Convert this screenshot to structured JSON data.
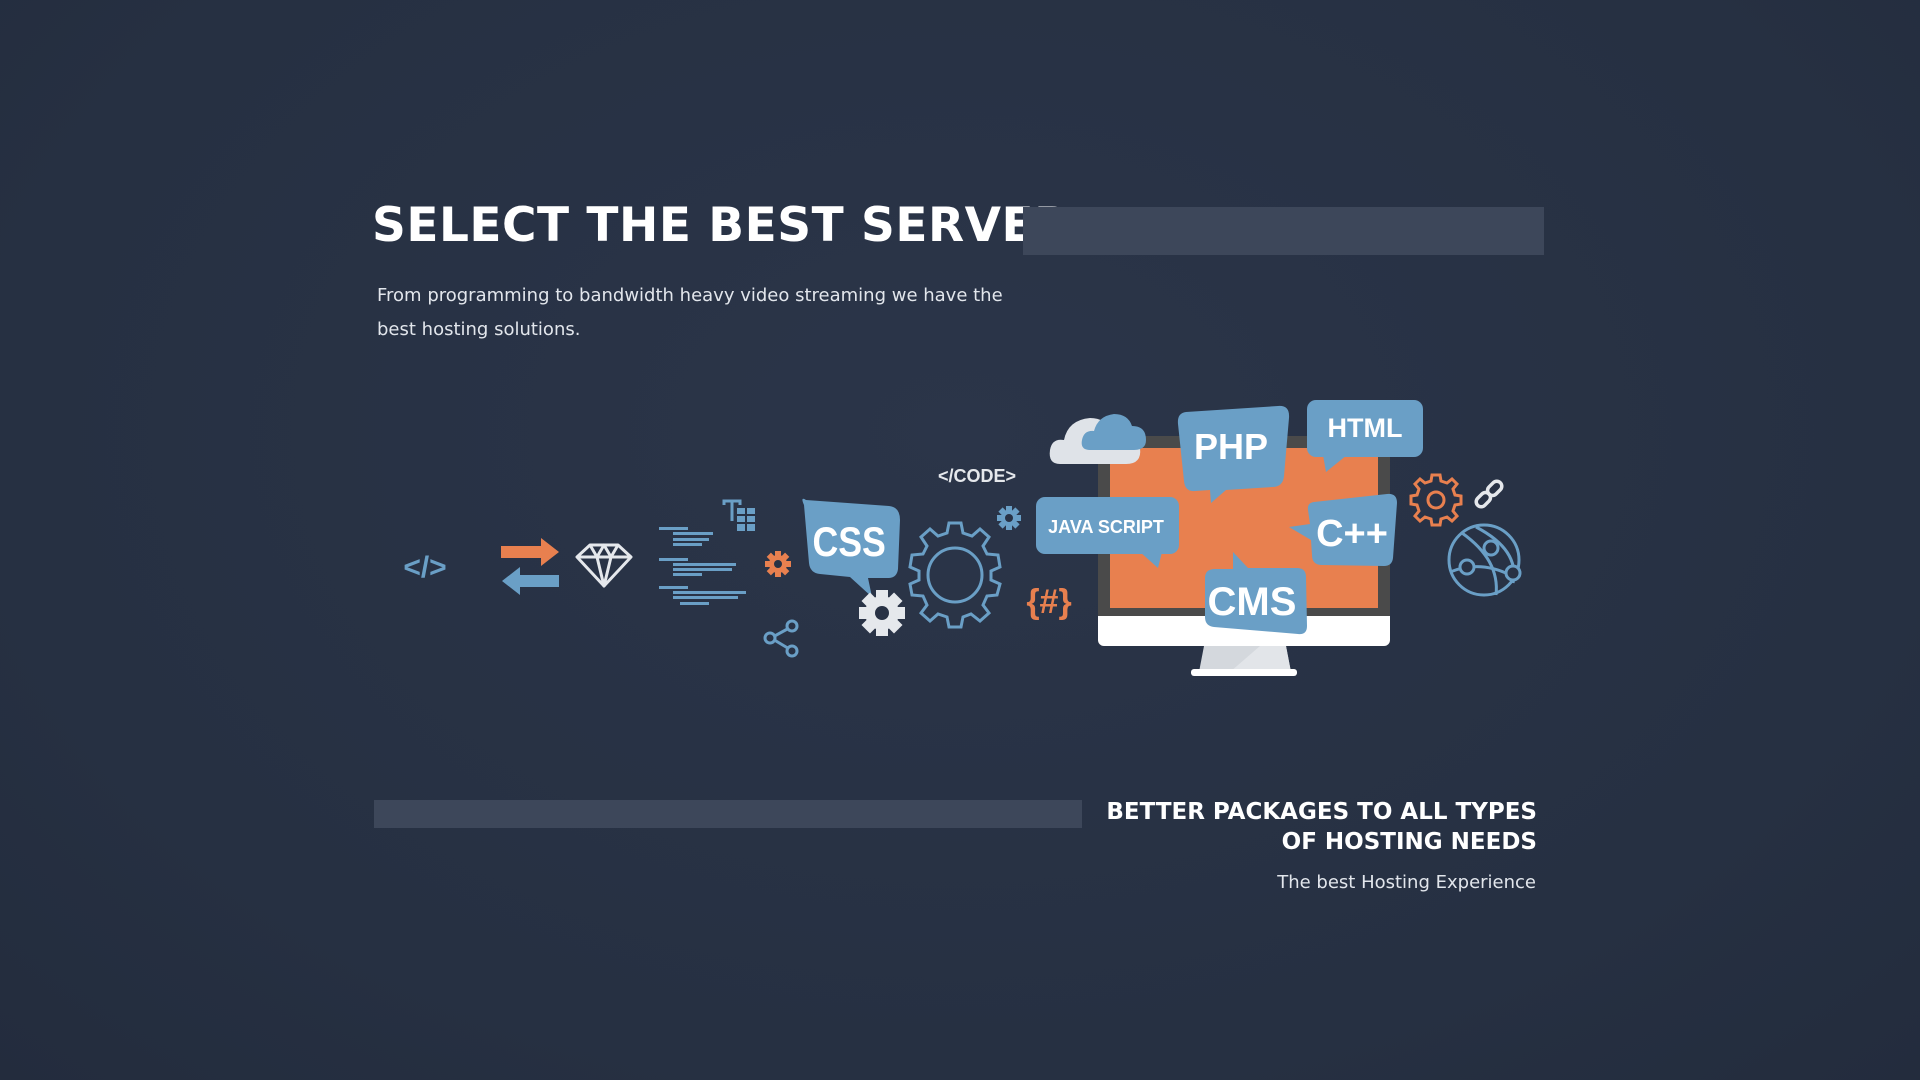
{
  "hero": {
    "title": "SELECT THE BEST SERVER",
    "description": "From programming to bandwidth heavy video streaming we have the best hosting solutions."
  },
  "illustration": {
    "labels": {
      "css": "CSS",
      "code_tag": "</CODE>",
      "code_icon": "</>",
      "hash": "{#}",
      "javascript": "JAVA SCRIPT",
      "php": "PHP",
      "html": "HTML",
      "cpp": "C++",
      "cms": "CMS"
    },
    "icons": [
      "code-icon",
      "transfer-arrows-icon",
      "diamond-icon",
      "text-lines-icon",
      "text-table-icon",
      "gear-icon",
      "share-icon",
      "css-bubble",
      "gear-icon",
      "gear-outline-icon",
      "gear-icon",
      "hash-icon",
      "cloud-icon",
      "monitor-icon",
      "gear-outline-icon",
      "link-icon",
      "globe-network-icon"
    ]
  },
  "packages": {
    "heading_line1": "BETTER PACKAGES TO ALL TYPES",
    "heading_line2": "OF HOSTING NEEDS",
    "subtext": "The best Hosting Experience"
  },
  "colors": {
    "background": "#283245",
    "bar": "#3d475a",
    "accent_blue": "#6a9fc6",
    "accent_orange": "#e8804f",
    "light": "#e5e8ec"
  }
}
